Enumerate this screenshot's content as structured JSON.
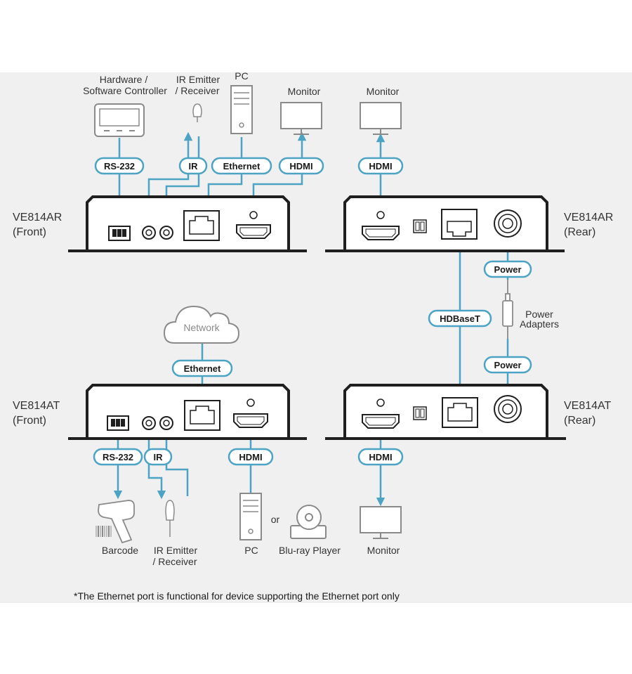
{
  "colors": {
    "cable": "#4ca3c4",
    "device": "#1f1f1f",
    "icon": "#8a8a8a",
    "background": "#f0f0f0"
  },
  "units": {
    "ar_front": {
      "name": "VE814AR",
      "side": "(Front)"
    },
    "ar_rear": {
      "name": "VE814AR",
      "side": "(Rear)"
    },
    "at_front": {
      "name": "VE814AT",
      "side": "(Front)"
    },
    "at_rear": {
      "name": "VE814AT",
      "side": "(Rear)"
    }
  },
  "peripherals": {
    "controller": [
      "Hardware /",
      "Software Controller"
    ],
    "ir_top": [
      "IR Emitter",
      "/ Receiver"
    ],
    "pc_top": "PC",
    "monitor_ar_front": "Monitor",
    "monitor_ar_rear": "Monitor",
    "network": "Network",
    "power_adapters": [
      "Power",
      "Adapters"
    ],
    "barcode": "Barcode",
    "ir_bottom": [
      "IR Emitter",
      "/ Receiver"
    ],
    "pc_bottom": "PC",
    "or": "or",
    "bluray": "Blu-ray Player",
    "monitor_at_rear": "Monitor"
  },
  "cables": {
    "rs232_top": "RS-232",
    "ir_top": "IR",
    "ethernet_top": "Ethernet",
    "hdmi_top": "HDMI",
    "hdmi_ar_rear": "HDMI",
    "power_top": "Power",
    "hdbaset": "HDBaseT",
    "ethernet_network": "Ethernet",
    "power_bottom": "Power",
    "rs232_bottom": "RS-232",
    "ir_bottom": "IR",
    "hdmi_at_front": "HDMI",
    "hdmi_at_rear": "HDMI"
  },
  "footnote": "*The Ethernet port is functional for device supporting the Ethernet port only"
}
